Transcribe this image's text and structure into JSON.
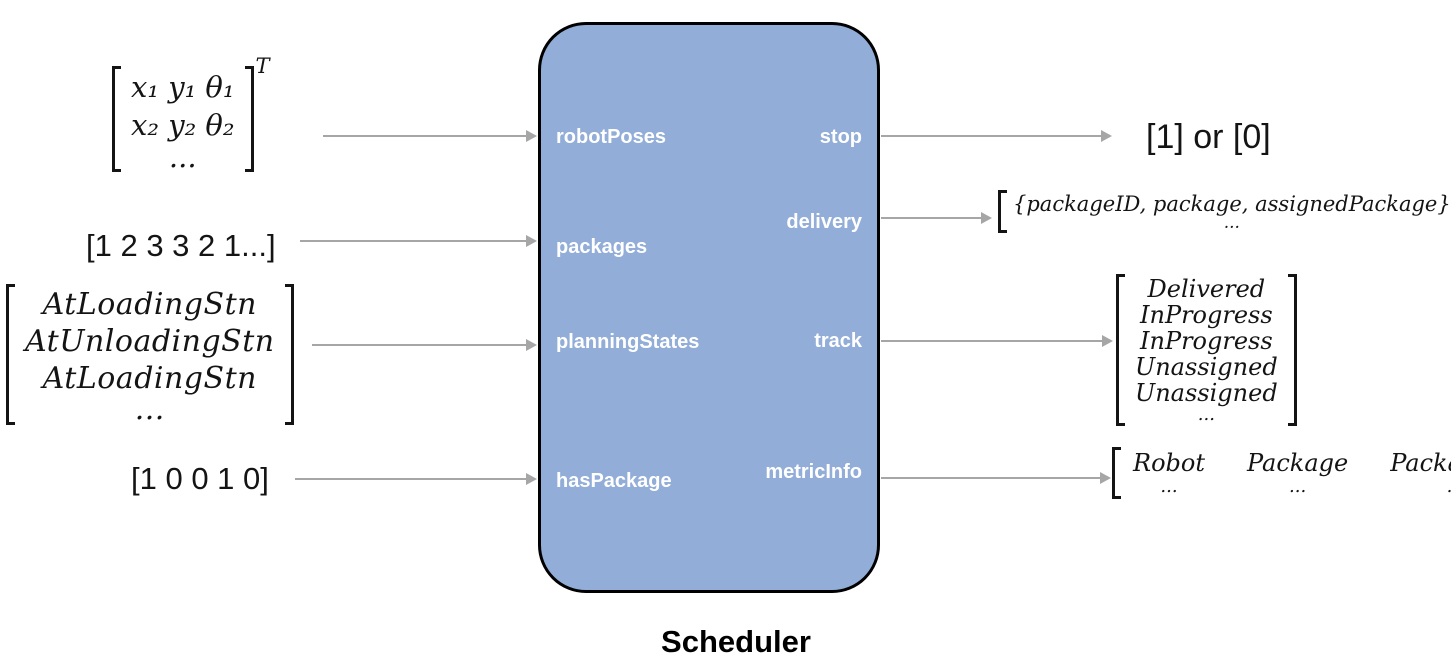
{
  "diagram": {
    "title": "Scheduler",
    "colors": {
      "block_fill": "#92add8",
      "block_border": "#000000",
      "arrow": "#a6a6a6",
      "port_text": "#ffffff",
      "ink": "#141414"
    },
    "block": {
      "input_ports": [
        {
          "label": "robotPoses"
        },
        {
          "label": "packages"
        },
        {
          "label": "planningStates"
        },
        {
          "label": "hasPackage"
        }
      ],
      "output_ports": [
        {
          "label": "stop"
        },
        {
          "label": "delivery"
        },
        {
          "label": "track"
        },
        {
          "label": "metricInfo"
        }
      ]
    },
    "inputs": {
      "robot_poses": {
        "rows": [
          "x₁ y₁ θ₁",
          "x₂ y₂ θ₂",
          "..."
        ],
        "superscript": "T"
      },
      "packages": {
        "value": "[1 2 3 3 2 1...]"
      },
      "planning_states": {
        "rows": [
          "AtLoadingStn",
          "AtUnloadingStn",
          "AtLoadingStn",
          "..."
        ]
      },
      "has_package": {
        "value": "[1 0 0 1 0]"
      }
    },
    "outputs": {
      "stop": {
        "value": "[1] or [0]"
      },
      "delivery": {
        "rows": [
          "{packageID, package, assignedPackage}",
          "..."
        ]
      },
      "track": {
        "rows": [
          "Delivered",
          "InProgress",
          "InProgress",
          "Unassigned",
          "Unassigned",
          "..."
        ]
      },
      "metric_info": {
        "columns": [
          "Robot",
          "Package",
          "PackageID"
        ],
        "ellipsis_row": [
          "...",
          "...",
          "..."
        ]
      }
    },
    "icons": {
      "arrowhead": "triangle-right"
    }
  }
}
